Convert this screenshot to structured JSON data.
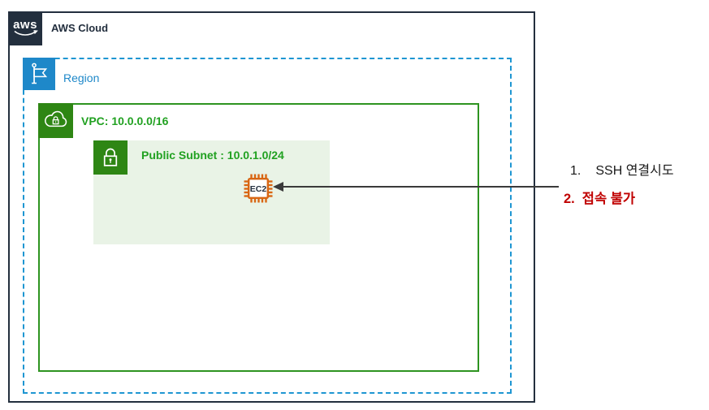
{
  "diagram": {
    "aws_cloud": {
      "logo_text": "aws",
      "label": "AWS Cloud"
    },
    "region": {
      "label": "Region"
    },
    "vpc": {
      "label": "VPC: 10.0.0.0/16"
    },
    "subnet": {
      "label": "Public Subnet : 10.0.1.0/24"
    },
    "ec2": {
      "label": "EC2"
    }
  },
  "annotations": {
    "items": [
      {
        "number": "1.",
        "text": "SSH 연결시도"
      },
      {
        "number": "2.",
        "text": "접속 불가"
      }
    ]
  },
  "colors": {
    "aws_dark": "#232F3E",
    "region_blue": "#1E88C9",
    "region_dash_blue": "#1E96D2",
    "vpc_border_green": "#2E9420",
    "green_label": "#21A121",
    "icon_green": "#2E8614",
    "subnet_fill": "#E9F3E6",
    "ec2_orange": "#D86613",
    "annotation_red": "#C00000",
    "arrow_dark": "#3A3A3A"
  }
}
